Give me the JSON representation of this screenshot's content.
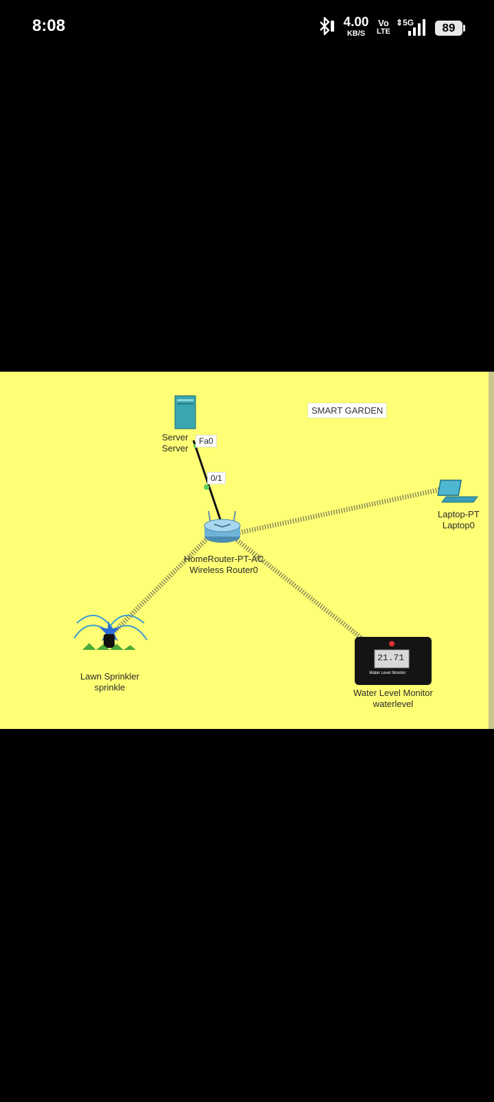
{
  "status": {
    "time": "8:08",
    "speed_value": "4.00",
    "speed_unit": "KB/S",
    "volte_top": "Vo",
    "volte_bottom": "LTE",
    "network": "5G",
    "battery": "89"
  },
  "diagram": {
    "note": "SMART GARDEN",
    "devices": [
      {
        "type": "Server",
        "name": "Server"
      },
      {
        "type": "HomeRouter-PT-AC",
        "name": "Wireless Router0"
      },
      {
        "type": "Laptop-PT",
        "name": "Laptop0"
      },
      {
        "type": "Lawn Sprinkler",
        "name": "sprinkle"
      },
      {
        "type": "Water Level Monitor",
        "name": "waterlevel"
      }
    ],
    "ports": {
      "server_port": "Fa0",
      "router_port": "0/1"
    },
    "monitor_reading": "21.71",
    "monitor_caption": "Water Level Monitor"
  },
  "colors": {
    "canvas_bg": "#ffff76",
    "wireless_link": "#8a8a5a",
    "wired_link": "#111111",
    "link_status": "#5ad05a"
  }
}
